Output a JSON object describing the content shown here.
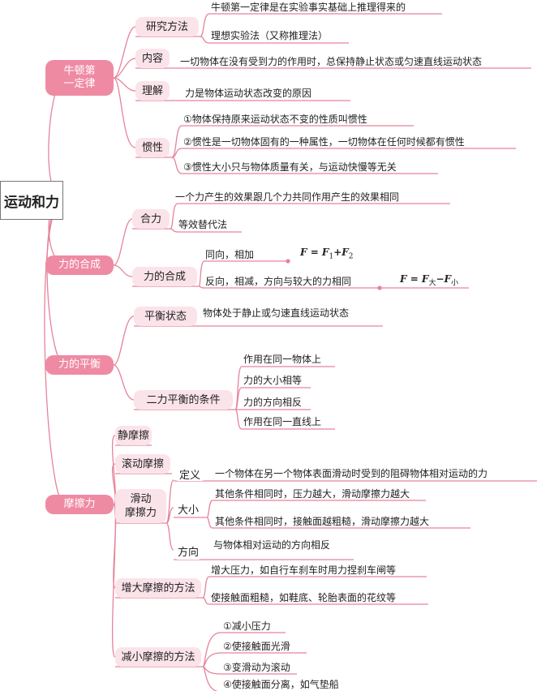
{
  "root": "运动和力",
  "newton": {
    "label": "牛顿第一定律",
    "label_l1": "牛顿第",
    "label_l2": "一定律",
    "method": {
      "label": "研究方法",
      "items": [
        "牛顿第一定律是在实验事实基础上推理得来的",
        "理想实验法（又称推理法）"
      ]
    },
    "content": {
      "label": "内容",
      "text": "一切物体在没有受到力的作用时，总保持静止状态或匀速直线运动状态"
    },
    "understand": {
      "label": "理解",
      "text": "力是物体运动状态改变的原因"
    },
    "inertia": {
      "label": "惯性",
      "items": [
        "①物体保持原来运动状态不变的性质叫惯性",
        "②惯性是一切物体固有的一种属性，一切物体在任何时候都有惯性",
        "③惯性大小只与物体质量有关，与运动快慢等无关"
      ]
    }
  },
  "composition": {
    "label": "力的合成",
    "resultant": {
      "label": "合力",
      "items": [
        "一个力产生的效果跟几个力共同作用产生的效果相同",
        "等效替代法"
      ]
    },
    "compose": {
      "label": "力的合成",
      "same_dir": "同向，相加",
      "same_formula": {
        "lhs": "F = F",
        "s1": "1",
        "mid": "+F",
        "s2": "2"
      },
      "opp_dir": "反向，相减，方向与较大的力相同",
      "opp_formula": {
        "lhs": "F =  F",
        "s1": "大",
        "mid": "−F",
        "s2": "小"
      }
    }
  },
  "balance": {
    "label": "力的平衡",
    "state": {
      "label": "平衡状态",
      "text": "物体处于静止或匀速直线运动状态"
    },
    "conditions": {
      "label": "二力平衡的条件",
      "items": [
        "作用在同一物体上",
        "力的大小相等",
        "力的方向相反",
        "作用在同一直线上"
      ]
    }
  },
  "friction": {
    "label": "摩擦力",
    "static": "静摩擦",
    "rolling": "滚动摩擦",
    "sliding": {
      "label_l1": "滑动",
      "label_l2": "摩擦力",
      "definition": {
        "label": "定义",
        "text": "一个物体在另一个物体表面滑动时受到的阻碍物体相对运动的力"
      },
      "magnitude": {
        "label": "大小",
        "items": [
          "其他条件相同时，压力越大，滑动摩擦力越大",
          "其他条件相同时，接触面越粗糙，滑动摩擦力越大"
        ]
      },
      "direction": {
        "label": "方向",
        "text": "与物体相对运动的方向相反"
      }
    },
    "increase": {
      "label": "增大摩擦的方法",
      "items": [
        "增大压力，如自行车刹车时用力捏刹车闸等",
        "使接触面粗糙，如鞋底、轮胎表面的花纹等"
      ]
    },
    "decrease": {
      "label": "减小摩擦的方法",
      "items": [
        "①减小压力",
        "②使接触面光滑",
        "③变滑动为滚动",
        "④使接触面分离，如气垫船"
      ]
    }
  },
  "colors": {
    "branch": "#ef8aa3",
    "sub_branch": "#fbe3ea",
    "line": "#e6839b"
  }
}
